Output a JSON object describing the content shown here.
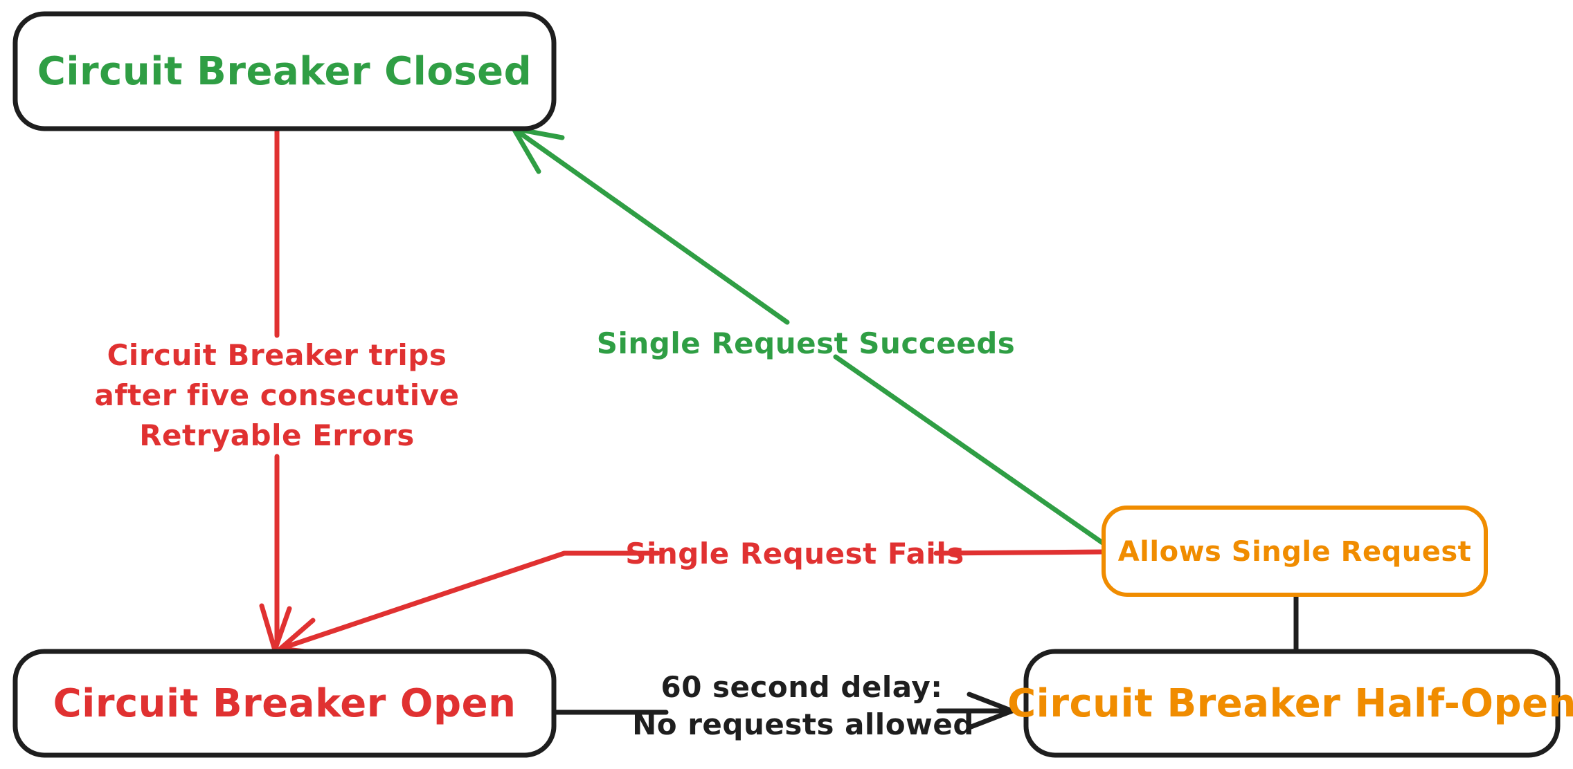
{
  "colors": {
    "ink": "#1e1e1e",
    "green": "#2f9e44",
    "red": "#e03131",
    "orange": "#f08c00",
    "background": "#ffffff"
  },
  "diagram": {
    "kind": "state-diagram",
    "subject": "circuit-breaker-pattern"
  },
  "nodes": {
    "closed": {
      "label": "Circuit Breaker Closed",
      "text_color": "#2f9e44",
      "border_color": "#1e1e1e"
    },
    "open": {
      "label": "Circuit Breaker Open",
      "text_color": "#e03131",
      "border_color": "#1e1e1e"
    },
    "half_open": {
      "label": "Circuit Breaker Half-Open",
      "text_color": "#f08c00",
      "border_color": "#1e1e1e"
    },
    "allows_single_request": {
      "label": "Allows Single Request",
      "text_color": "#f08c00",
      "border_color": "#f08c00"
    }
  },
  "edges": {
    "trips": {
      "from": "closed",
      "to": "open",
      "color": "#e03131",
      "arrowhead": true,
      "label_lines": [
        "Circuit Breaker trips",
        "after five consecutive",
        "Retryable Errors"
      ]
    },
    "succeeds": {
      "from": "allows_single_request",
      "to": "closed",
      "color": "#2f9e44",
      "arrowhead": true,
      "label": "Single Request Succeeds"
    },
    "fails": {
      "from": "allows_single_request",
      "to": "open",
      "color": "#e03131",
      "arrowhead": true,
      "label": "Single Request Fails"
    },
    "delay": {
      "from": "open",
      "to": "half_open",
      "color": "#1e1e1e",
      "arrowhead": true,
      "label_lines": [
        "60 second delay:",
        "No requests allowed"
      ]
    },
    "half_open_to_allows": {
      "from": "half_open",
      "to": "allows_single_request",
      "color": "#1e1e1e",
      "arrowhead": false
    }
  }
}
